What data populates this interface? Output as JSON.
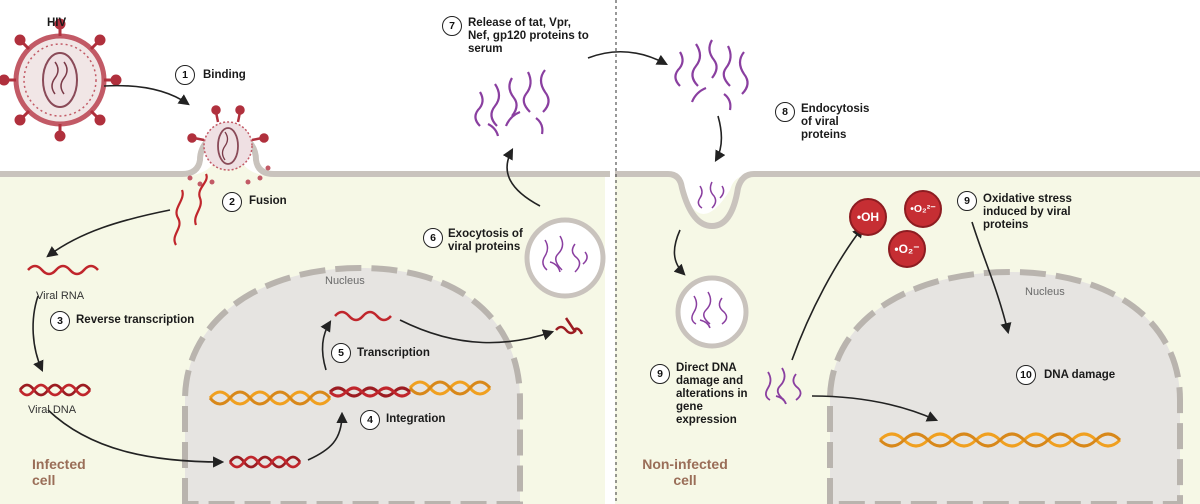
{
  "labels": {
    "hiv": "HIV",
    "nucleus_left": "Nucleus",
    "nucleus_right": "Nucleus",
    "viral_rna": "Viral RNA",
    "viral_dna": "Viral DNA",
    "infected_cell": "Infected cell",
    "non_infected_cell": "Non-infected cell"
  },
  "steps": [
    {
      "num": "1",
      "text": "Binding"
    },
    {
      "num": "2",
      "text": "Fusion"
    },
    {
      "num": "3",
      "text": "Reverse transcription"
    },
    {
      "num": "4",
      "text": "Integration"
    },
    {
      "num": "5",
      "text": "Transcription"
    },
    {
      "num": "6",
      "text": "Exocytosis of viral proteins"
    },
    {
      "num": "7",
      "text": "Release of tat, Vpr, Nef, gp120 proteins to serum"
    },
    {
      "num": "8",
      "text": "Endocytosis of viral proteins"
    },
    {
      "num": "9",
      "text": "Direct DNA damage and alterations in gene expression"
    },
    {
      "num": "9",
      "text": "Oxidative stress induced by viral proteins"
    },
    {
      "num": "10",
      "text": "DNA damage"
    }
  ],
  "ros": {
    "hydroxyl": "•OH",
    "superoxide_2": "•O₂²⁻",
    "superoxide": "•O₂⁻"
  },
  "colors": {
    "cytoplasm": "#f6f8e6",
    "membrane": "#c9c3bd",
    "nucleus": "#e6e4e1",
    "viral_rna": "#c0262c",
    "viral_dna": "#9c1c22",
    "host_dna": "#f0a020",
    "viral_protein": "#8a3fa0",
    "ros": "#c62e33"
  }
}
